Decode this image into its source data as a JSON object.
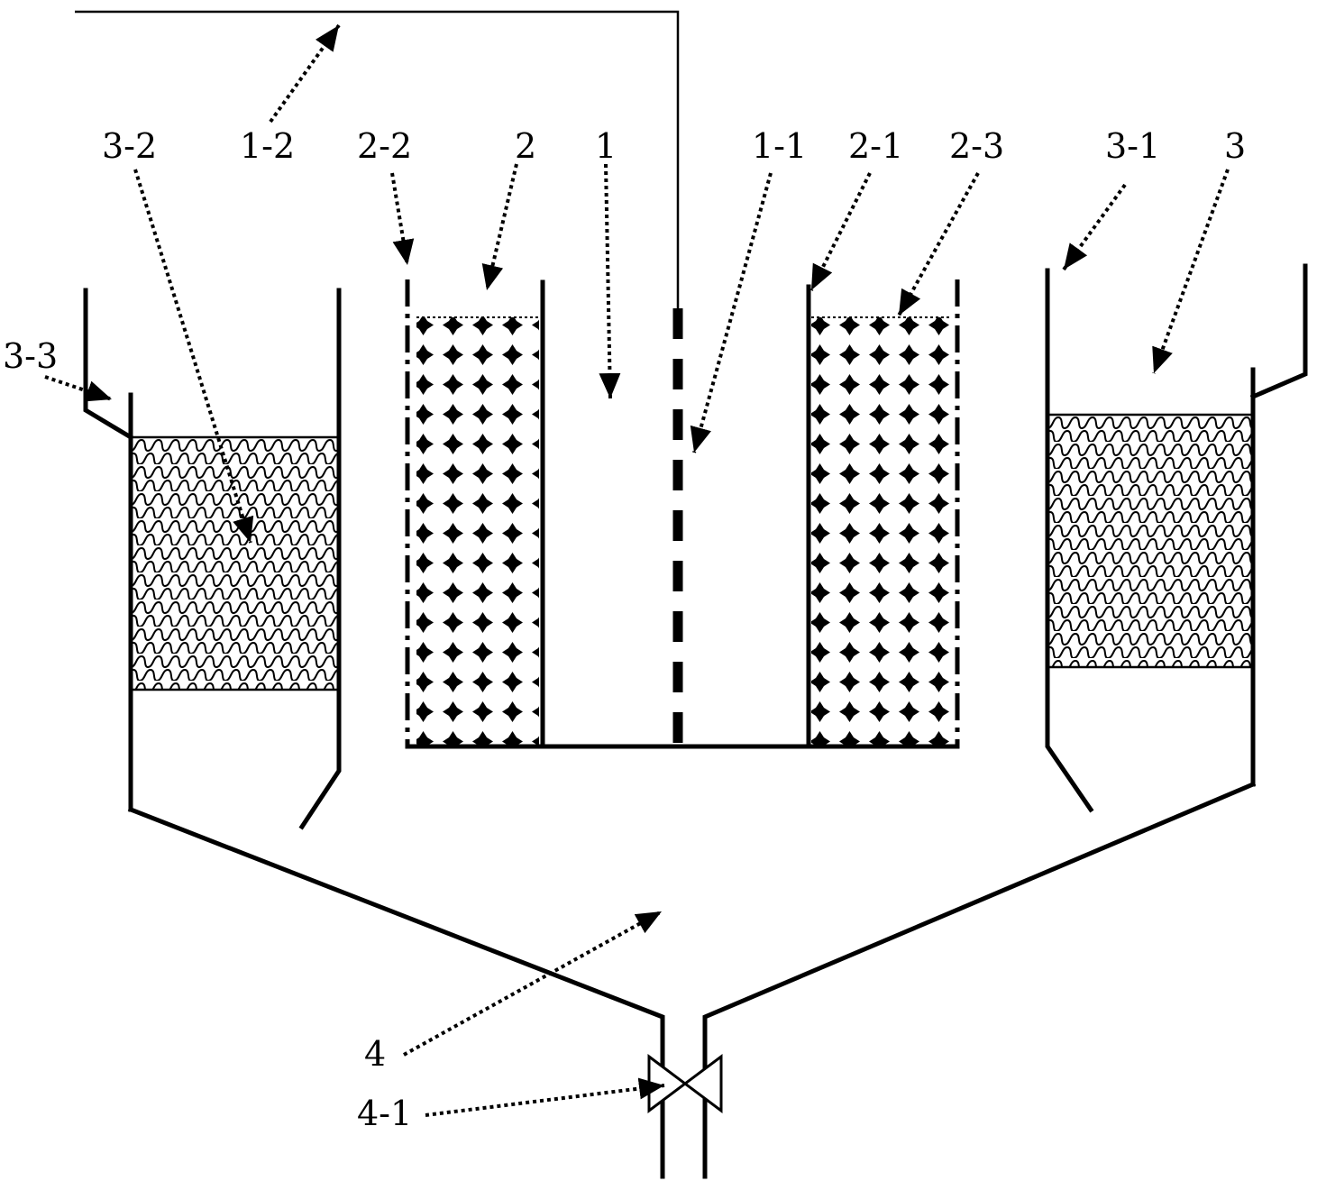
{
  "labels": {
    "l3_2": "3-2",
    "l1_2": "1-2",
    "l2_2": "2-2",
    "l2": "2",
    "l1": "1",
    "l1_1": "1-1",
    "l2_1": "2-1",
    "l2_3": "2-3",
    "l3_1": "3-1",
    "l3": "3",
    "l3_3": "3-3",
    "l4": "4",
    "l4_1": "4-1"
  }
}
